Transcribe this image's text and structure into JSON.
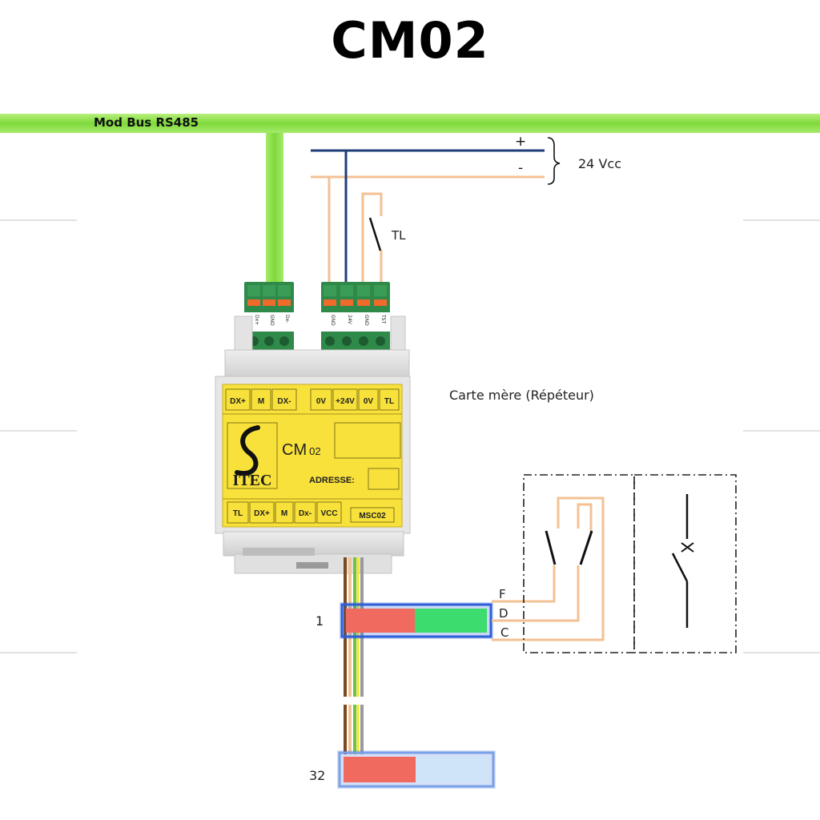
{
  "title": "CM02",
  "bus": {
    "label": "Mod Bus RS485"
  },
  "power": {
    "plus": "+",
    "minus": "-",
    "voltage": "24 Vcc"
  },
  "switch_tl": "TL",
  "connector_left": [
    "Dx+",
    "GND",
    "Dx-"
  ],
  "connector_right": [
    "GND",
    "24V",
    "GND",
    "TST"
  ],
  "module": {
    "top_terminals": [
      "DX+",
      "M",
      "DX-",
      "0V",
      "+24V",
      "0V",
      "TL"
    ],
    "name": "CM",
    "name_suffix": "02",
    "logo_text": "ITEC",
    "adresse_label": "ADRESSE:",
    "bottom_terminals": [
      "TL",
      "DX+",
      "M",
      "Dx-",
      "VCC"
    ],
    "model_box": "MSC02"
  },
  "board_label": "Carte mère (Répéteur)",
  "unit_numbers": [
    "1",
    "32"
  ],
  "unit_wire_labels": [
    "F",
    "D",
    "C"
  ],
  "colors": {
    "bus_green": "#8fe04a",
    "power_blue": "#1f3f7a",
    "wire_peach": "#f3c193",
    "module_yellow": "#f7e13a",
    "led_red": "#f06a5f",
    "led_green": "#3ddc6e",
    "led_light": "#cfe4f6",
    "frame_blue": "#2d5fd9"
  }
}
